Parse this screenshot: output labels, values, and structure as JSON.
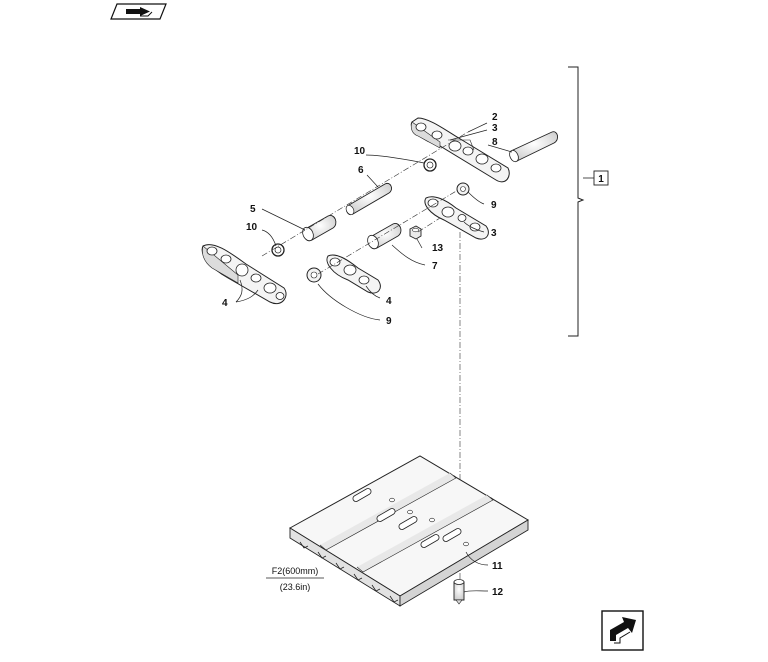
{
  "callouts": {
    "c1": "1",
    "c2": "2",
    "c3a": "3",
    "c8": "8",
    "c10a": "10",
    "c6": "6",
    "c9a": "9",
    "c3b": "3",
    "c5": "5",
    "c10b": "10",
    "c13": "13",
    "c7": "7",
    "c4a": "4",
    "c4b": "4",
    "c9b": "9",
    "c11": "11",
    "c12": "12"
  },
  "shoe_width": {
    "metric": "F2(600mm)",
    "imperial": "(23.6in)"
  },
  "icons": {
    "top_left": "previous-page-arrow-icon",
    "bottom_right": "next-page-arrow-icon"
  },
  "colors": {
    "line": "#222222",
    "part_fill": "#f4f4f4",
    "shade": "#d8d8d8"
  }
}
